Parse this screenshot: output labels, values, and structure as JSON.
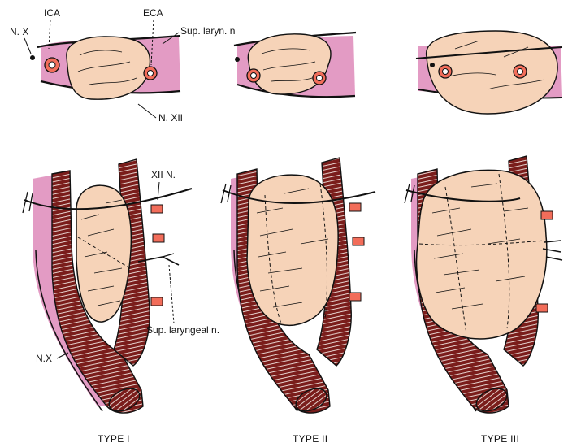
{
  "colors": {
    "tumor": "#f6d3b8",
    "sheath": "#e39bc4",
    "artery": "#7a1d1b",
    "vessel_stub": "#f26d5a",
    "outline": "#111111"
  },
  "labels": {
    "ica": "ICA",
    "eca": "ECA",
    "nx_top": "N. X",
    "sup_laryn": "Sup. laryn. n",
    "nxii_top": "N. XII",
    "xii_n": "XII N.",
    "sup_laryngeal": "Sup. laryngeal n.",
    "nx_bottom": "N.X"
  },
  "types": [
    "TYPE I",
    "TYPE II",
    "TYPE III"
  ]
}
